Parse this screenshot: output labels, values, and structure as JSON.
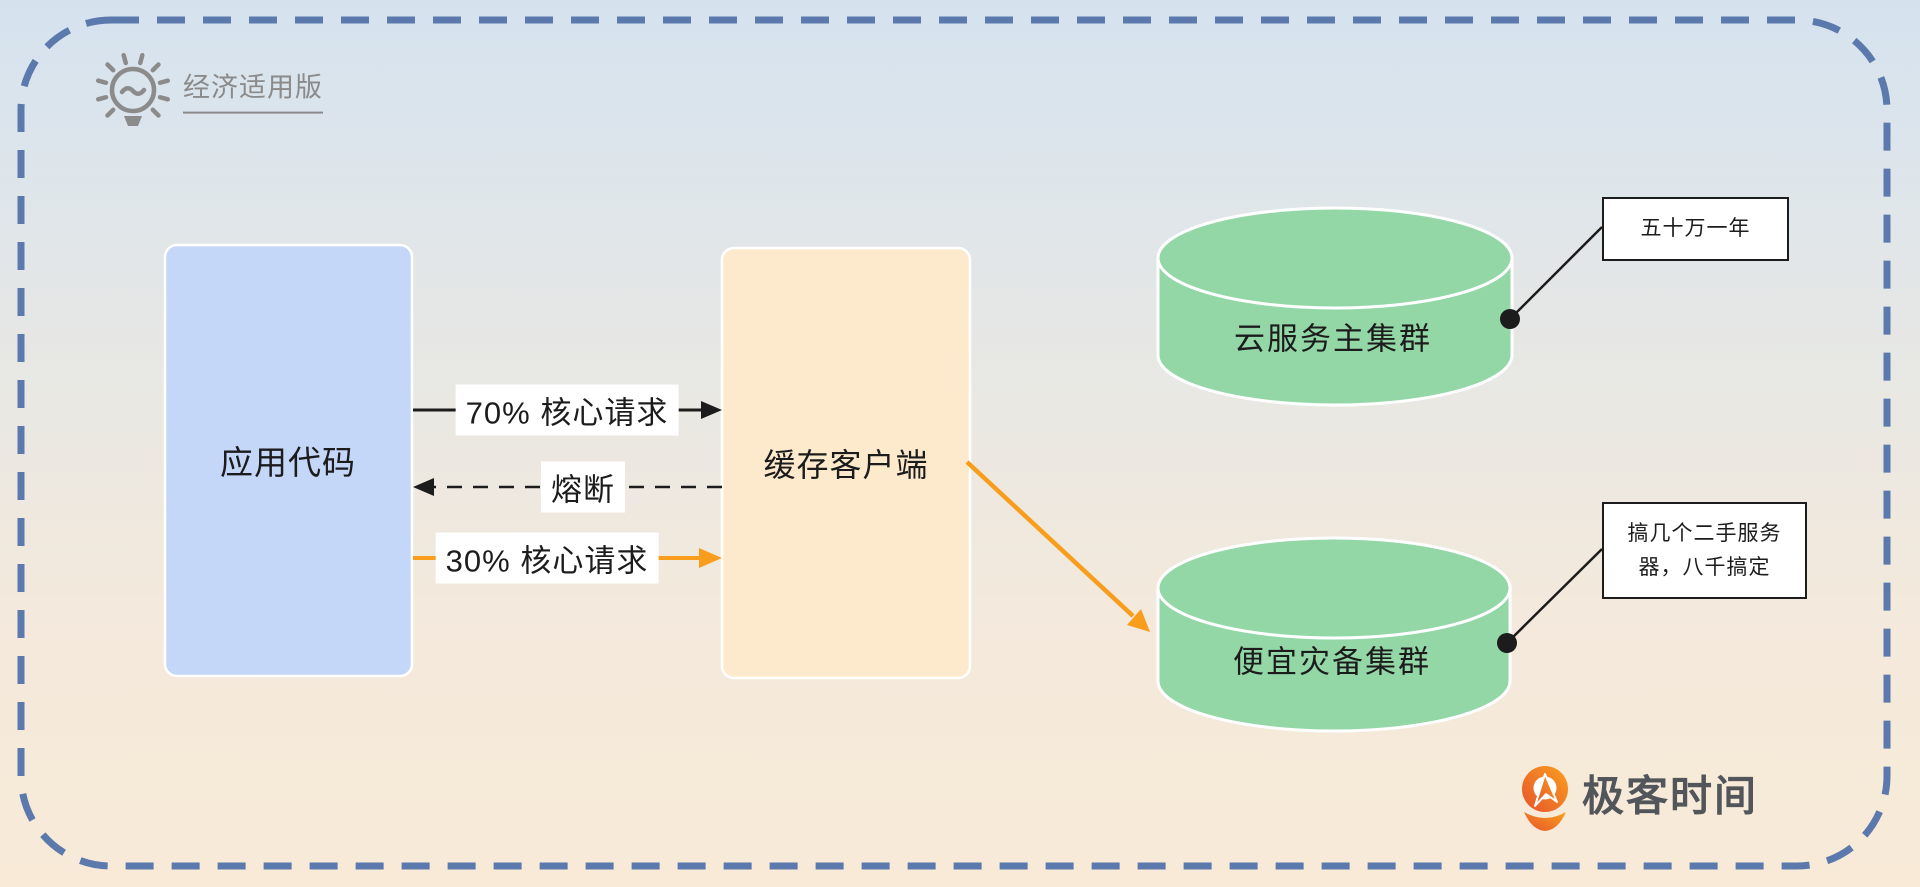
{
  "diagram": {
    "title": "经济适用版",
    "nodes": {
      "app": {
        "label": "应用代码"
      },
      "cache_client": {
        "label": "缓存客户端"
      },
      "main_cluster": {
        "label": "云服务主集群"
      },
      "backup_cluster": {
        "label": "便宜灾备集群"
      }
    },
    "edges": {
      "core_70": {
        "label": "70% 核心请求",
        "style": "solid",
        "color": "#1c1c1c",
        "direction": "app→cache"
      },
      "fuse": {
        "label": "熔断",
        "style": "dashed",
        "color": "#1c1c1c",
        "direction": "cache→app"
      },
      "core_30": {
        "label": "30% 核心请求",
        "style": "solid",
        "color": "#f99d1c",
        "direction": "app→cache"
      },
      "cache_to_backup": {
        "label": "",
        "style": "solid",
        "color": "#f99d1c",
        "direction": "cache→backup_cluster"
      }
    },
    "callouts": {
      "main_cluster_cost": {
        "text": "五十万一年"
      },
      "backup_cluster_cost": {
        "line1": "搞几个二手服务",
        "line2": "器，八千搞定"
      }
    },
    "brand": {
      "name": "极客时间"
    },
    "colors": {
      "background_top": "#d5e2ee",
      "background_bottom": "#f8ead7",
      "dashed_border": "#5b79ad",
      "app_fill": "#c5d7f8",
      "cache_fill": "#fdeacd",
      "cluster_fill": "#93d7a7",
      "accent_orange": "#f99d1c",
      "title_gray": "#8a8a8a",
      "brand_gray": "#52555a"
    }
  }
}
